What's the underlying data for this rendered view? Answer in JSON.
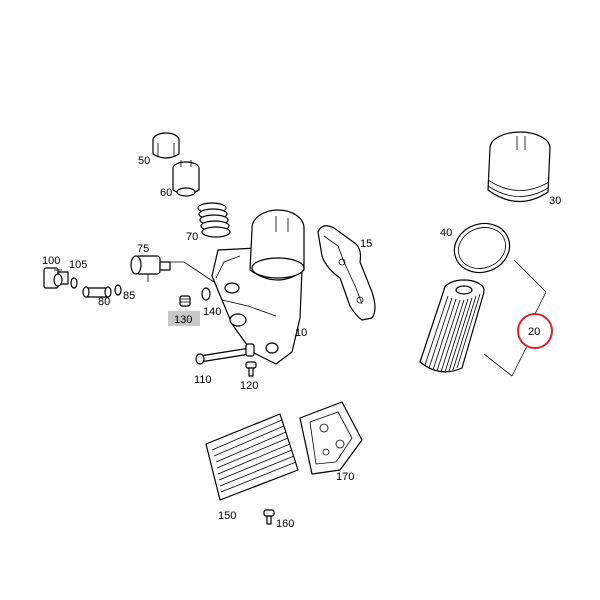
{
  "accent_color": "#d9232e",
  "highlight_box_color": "#c8c8c8",
  "labels": {
    "l10": "10",
    "l15": "15",
    "l20": "20",
    "l30": "30",
    "l40": "40",
    "l50": "50",
    "l60": "60",
    "l70": "70",
    "l75": "75",
    "l80": "80",
    "l85": "85",
    "l100": "100",
    "l105": "105",
    "l110": "110",
    "l120": "120",
    "l130": "130",
    "l140": "140",
    "l150": "150",
    "l160": "160",
    "l170": "170"
  },
  "highlighted_parts": [
    "20",
    "130"
  ]
}
